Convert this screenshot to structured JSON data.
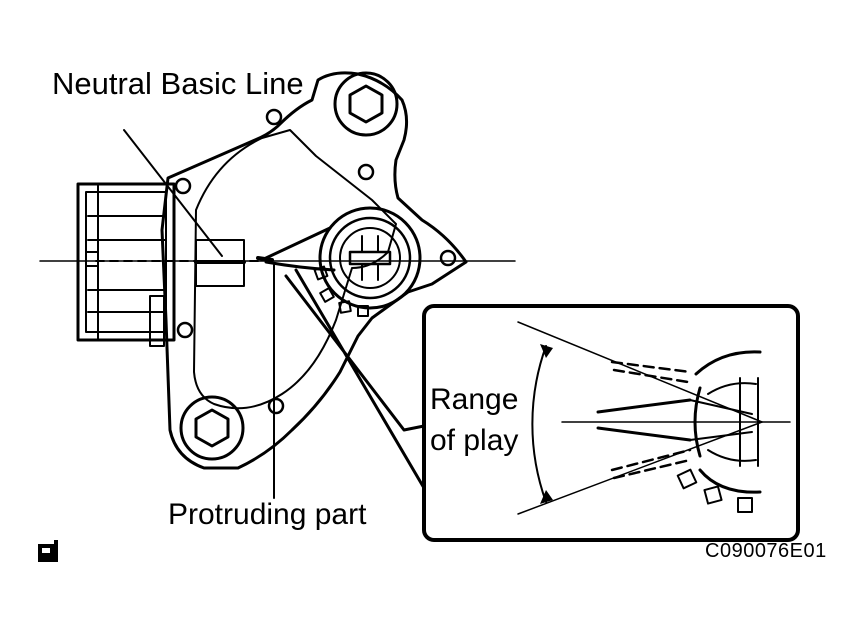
{
  "labels": {
    "neutral_basic_line": "Neutral Basic Line",
    "range_of_play_line1": "Range",
    "range_of_play_line2": "of play",
    "protruding_part": "Protruding part",
    "figure_code": "C090076E01"
  },
  "icons": {
    "corner_symbol": "automatic-transmission-icon"
  },
  "colors": {
    "ink": "#000000",
    "paper": "#ffffff"
  }
}
